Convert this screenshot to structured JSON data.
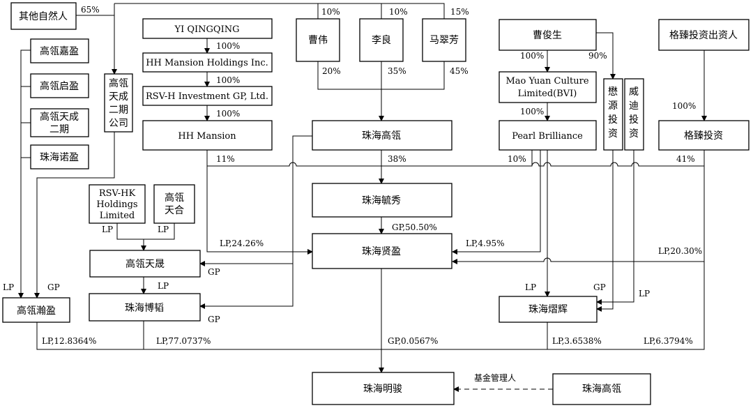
{
  "entities": {
    "other_persons": "其他自然人",
    "gxjy": "高瓴嘉盈",
    "gxqy": "高瓴启盈",
    "gxtc2": [
      "高瓴天成",
      "二期"
    ],
    "zhny": "珠海诺盈",
    "gxtc2_company": [
      "高瓴",
      "天成",
      "二期",
      "公司"
    ],
    "yiqingqing": "YI QINGQING",
    "hh_mansion_holdings": "HH Mansion Holdings Inc.",
    "rsv_h": "RSV-H Investment GP, Ltd.",
    "hh_mansion": "HH Mansion",
    "caowei": "曹伟",
    "liliang": "李良",
    "macuifang": "马翠芳",
    "zhgx": "珠海高瓴",
    "caojunsheng": "曹俊生",
    "maoyuan": [
      "Mao Yuan Culture",
      "Limited(BVI)"
    ],
    "pearl": "Pearl Brilliance",
    "maoyuan_invest": [
      "懋",
      "源",
      "投",
      "资"
    ],
    "weidi_invest": [
      "威",
      "迪",
      "投",
      "资"
    ],
    "gezhen_holders": "格臻投资出资人",
    "gezhen": "格臻投资",
    "zhyx": "珠海毓秀",
    "rsv_hk": [
      "RSV-HK",
      "Holdings",
      "Limited"
    ],
    "gxth": [
      "高瓴",
      "天合"
    ],
    "zhxy": "珠海贤盈",
    "gxts": "高瓴天晟",
    "zhbt": "珠海博韬",
    "gxhy": "高瓴瀚盈",
    "zhyh": "珠海熠辉",
    "zhmj": "珠海明骏",
    "zhgx2": "珠海高瓴"
  },
  "labels": {
    "other_65": "65%",
    "caowei_10": "10%",
    "liliang_10": "10%",
    "macuifang_15": "15%",
    "caowei_20": "20%",
    "liliang_35": "35%",
    "macuifang_45": "45%",
    "yi_100": "100%",
    "holdings_100": "100%",
    "rsvh_100": "100%",
    "cjs_maoyuan_100": "100%",
    "cjs_90": "90%",
    "maoyuan_pearl_100": "100%",
    "gezhen_100": "100%",
    "hh_11": "11%",
    "zhgx_38": "38%",
    "pearl_10": "10%",
    "gezhen_41": "41%",
    "rsvhk_lp": "LP",
    "gxth_lp": "LP",
    "zhyx_gp": "GP,50.50%",
    "hh_lp": "LP,24.26%",
    "pearl_lp": "LP,4.95%",
    "gezhen_lp": "LP,20.30%",
    "gxts_gp": "GP",
    "gxts_lp": "LP",
    "zhbt_gp": "GP",
    "gxhy_lp": "LP",
    "gxhy_gp": "GP",
    "zhyh_lp": "LP",
    "zhyh_gp": "GP",
    "weidi_lp": "LP",
    "gxhy_share": "LP,12.8364%",
    "zhbt_share": "LP,77.0737%",
    "zhxy_share": "GP,0.0567%",
    "zhyh_share": "LP,3.6538%",
    "gezhen_share": "LP,6.3794%",
    "fund_manager": "基金管理人"
  }
}
